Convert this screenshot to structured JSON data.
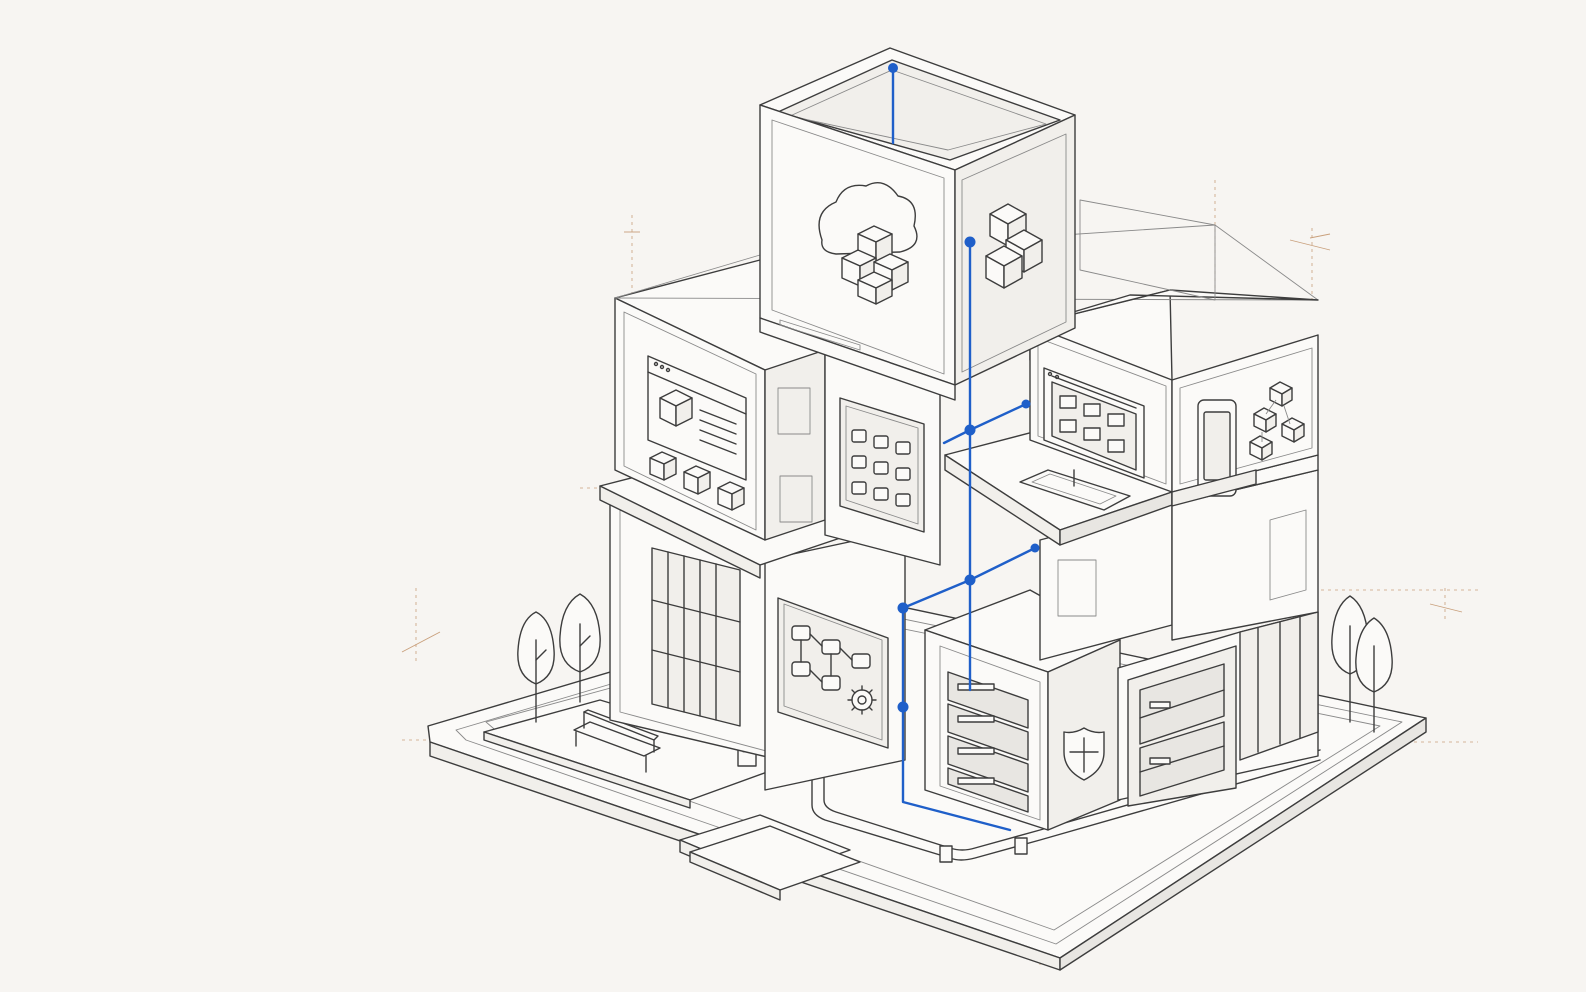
{
  "colors": {
    "background": "#f7f5f2",
    "line": "#3d3d3d",
    "network": "#1f5fc9",
    "guide": "#c9a07c"
  },
  "modules": [
    {
      "name": "cloud-module",
      "icons": [
        "cloud-icon",
        "cubes-icon",
        "cube-stack-icon"
      ]
    },
    {
      "name": "web-app-module",
      "icons": [
        "browser-window-icon",
        "cube-icon"
      ]
    },
    {
      "name": "app-grid-module",
      "icons": [
        "app-grid-icon"
      ]
    },
    {
      "name": "desktop-module",
      "icons": [
        "monitor-icon",
        "keyboard-icon"
      ]
    },
    {
      "name": "mobile-module",
      "icons": [
        "smartphone-icon",
        "cube-network-icon"
      ]
    },
    {
      "name": "workflow-module",
      "icons": [
        "flowchart-icon",
        "gear-icon"
      ]
    },
    {
      "name": "server-module",
      "icons": [
        "server-rack-icon",
        "shield-icon"
      ]
    },
    {
      "name": "storage-module",
      "icons": [
        "storage-rack-icon"
      ]
    }
  ],
  "network_nodes": 8
}
